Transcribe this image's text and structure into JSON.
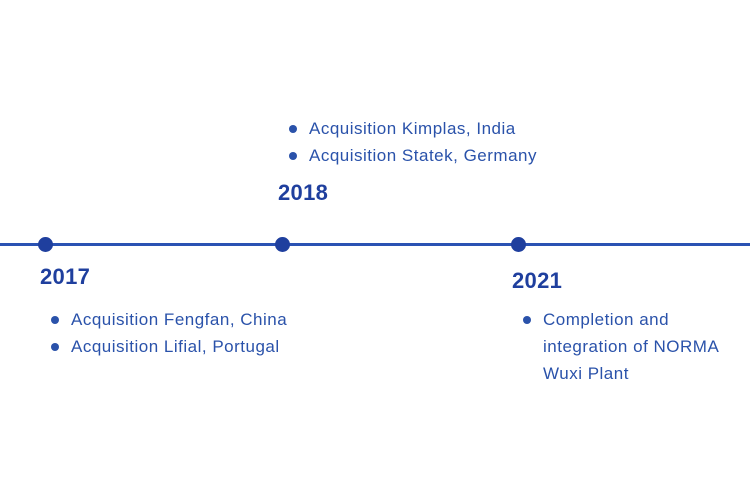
{
  "colors": {
    "background": "#ffffff",
    "axis_line": "#2a52b3",
    "node_dot": "#1f3f9e",
    "year_text": "#1f3f9e",
    "item_text": "#2a52aa",
    "bullet": "#2a52aa"
  },
  "timeline": {
    "events": [
      {
        "year": "2017",
        "position": "below-axis",
        "items": [
          {
            "text": "Acquisition Fengfan, China",
            "lines": [
              "Acquisition Fengfan, China"
            ]
          },
          {
            "text": "Acquisition Lifial, Portugal",
            "lines": [
              "Acquisition Lifial, Portugal"
            ]
          }
        ]
      },
      {
        "year": "2018",
        "position": "above-axis",
        "items": [
          {
            "text": "Acquisition Kimplas, India",
            "lines": [
              "Acquisition Kimplas, India"
            ]
          },
          {
            "text": "Acquisition Statek, Germany",
            "lines": [
              "Acquisition Statek, Germany"
            ]
          }
        ]
      },
      {
        "year": "2021",
        "position": "below-axis",
        "items": [
          {
            "text": "Completion and integration of NORMA Wuxi Plant",
            "lines": [
              "Completion and",
              "integration of NORMA",
              "Wuxi Plant"
            ]
          }
        ]
      }
    ]
  }
}
